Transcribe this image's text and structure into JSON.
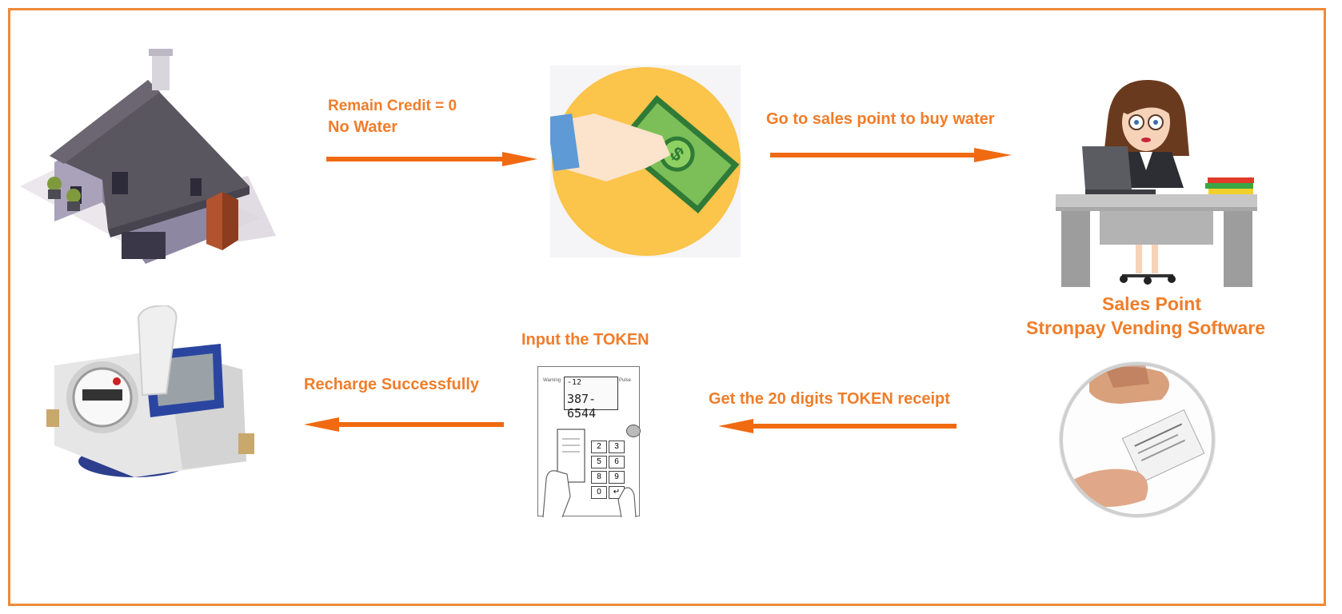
{
  "colors": {
    "accent": "#f07d2a",
    "arrow": "#f06a12",
    "frame": "#ef8a3a"
  },
  "icons": [
    "house-icon",
    "payment-icon",
    "sales-clerk-icon",
    "water-meter-icon",
    "keypad-token-icon",
    "receipt-handoff-icon"
  ],
  "steps": {
    "remain_credit": "Remain Credit = 0",
    "no_water": "No Water",
    "go_sales": "Go to sales point to buy water",
    "sales_point": "Sales Point",
    "software": "Stronpay Vending Software",
    "get_token": "Get the 20 digits TOKEN receipt",
    "input_token": "Input the TOKEN",
    "recharge": "Recharge Successfully"
  },
  "keypad": {
    "display_top": "-12",
    "display_main": "387-6544",
    "warning": "Warning",
    "pulse": "Pulse",
    "keys": [
      "2",
      "3",
      "5",
      "6",
      "8",
      "9",
      "0",
      "↵"
    ]
  }
}
